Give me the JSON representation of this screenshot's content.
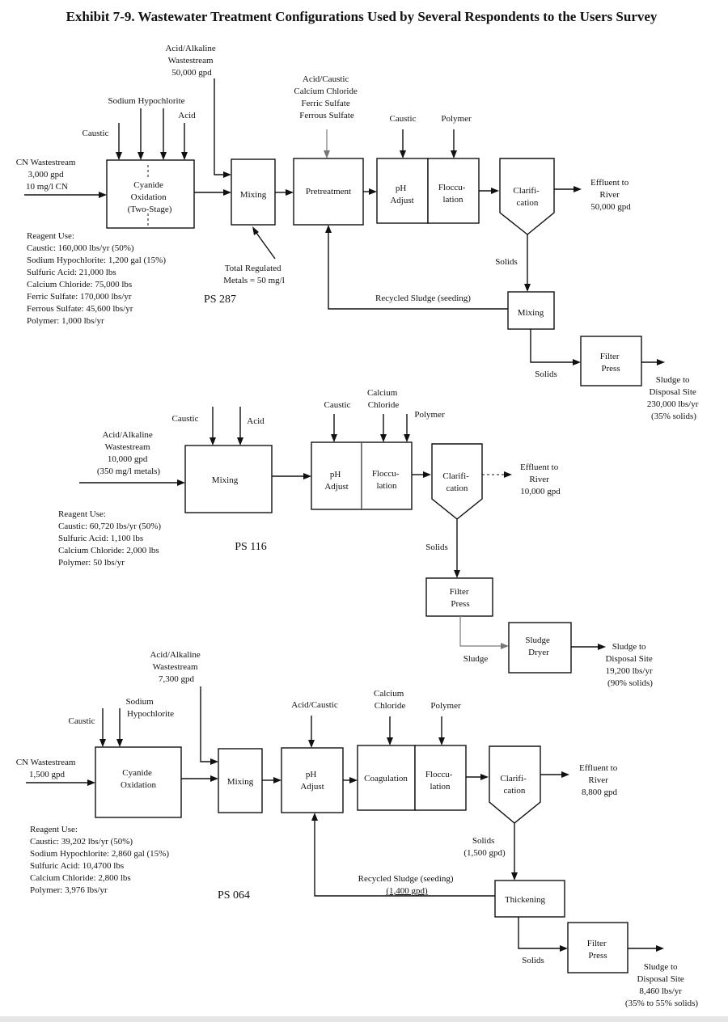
{
  "title": "Exhibit 7-9. Wastewater Treatment Configurations Used by Several Respondents to the Users Survey",
  "ps287": {
    "acid_alkaline": [
      "Acid/Alkaline",
      "Wastestream",
      "50,000 gpd"
    ],
    "sodium_hypochlorite": "Sodium Hypochlorite",
    "acid": "Acid",
    "caustic": "Caustic",
    "cn_wastestream": [
      "CN Wastestream",
      "3,000 gpd",
      "10 mg/l CN"
    ],
    "cyanide_oxidation": [
      "Cyanide",
      "Oxidation",
      "(Two-Stage)"
    ],
    "mixing": "Mixing",
    "pretreatment_chems": [
      "Acid/Caustic",
      "Calcium Chloride",
      "Ferric Sulfate",
      "Ferrous Sulfate"
    ],
    "pretreatment": "Pretreatment",
    "caustic2": "Caustic",
    "polymer": "Polymer",
    "ph_adjust": [
      "pH",
      "Adjust"
    ],
    "flocculation": [
      "Floccu-",
      "lation"
    ],
    "clarification": [
      "Clarifi-",
      "cation"
    ],
    "effluent": [
      "Effluent to",
      "River",
      "50,000 gpd"
    ],
    "total_metals": [
      "Total Regulated",
      "Metals = 50 mg/l"
    ],
    "id": "PS 287",
    "solids": "Solids",
    "recycled": "Recycled Sludge (seeding)",
    "mixing2": "Mixing",
    "solids2": "Solids",
    "filter_press": [
      "Filter",
      "Press"
    ],
    "sludge": [
      "Sludge to",
      "Disposal Site",
      "230,000 lbs/yr",
      "(35% solids)"
    ],
    "reagent": [
      "Reagent Use:",
      "Caustic:  160,000 lbs/yr (50%)",
      "Sodium Hypochlorite:  1,200 gal (15%)",
      "Sulfuric Acid:  21,000 lbs",
      "Calcium Chloride:  75,000 lbs",
      "Ferric Sulfate:  170,000 lbs/yr",
      "Ferrous Sulfate:  45,600 lbs/yr",
      "Polymer:  1,000 lbs/yr"
    ]
  },
  "ps116": {
    "caustic": "Caustic",
    "acid": "Acid",
    "acid_alkaline": [
      "Acid/Alkaline",
      "Wastestream",
      "10,000 gpd",
      "(350 mg/l metals)"
    ],
    "mixing": "Mixing",
    "caustic2": "Caustic",
    "calcium_chloride": [
      "Calcium",
      "Chloride"
    ],
    "polymer": "Polymer",
    "ph_adjust": [
      "pH",
      "Adjust"
    ],
    "flocculation": [
      "Floccu-",
      "lation"
    ],
    "clarification": [
      "Clarifi-",
      "cation"
    ],
    "effluent": [
      "Effluent to",
      "River",
      "10,000 gpd"
    ],
    "id": "PS 116",
    "solids": "Solids",
    "filter_press": [
      "Filter",
      "Press"
    ],
    "sludge_lbl": "Sludge",
    "sludge_dryer": [
      "Sludge",
      "Dryer"
    ],
    "sludge": [
      "Sludge to",
      "Disposal Site",
      "19,200 lbs/yr",
      "(90% solids)"
    ],
    "reagent": [
      "Reagent Use:",
      "Caustic:  60,720 lbs/yr (50%)",
      "Sulfuric Acid:  1,100 lbs",
      "Calcium Chloride:  2,000 lbs",
      "Polymer:  50 lbs/yr"
    ]
  },
  "ps064": {
    "acid_alkaline": [
      "Acid/Alkaline",
      "Wastestream",
      "7,300 gpd"
    ],
    "sodium_hypochlorite": [
      "Sodium",
      "Hypochlorite"
    ],
    "caustic": "Caustic",
    "cn_wastestream": [
      "CN Wastestream",
      "1,500 gpd"
    ],
    "cyanide_oxidation": [
      "Cyanide",
      "Oxidation"
    ],
    "mixing": "Mixing",
    "acid_caustic": "Acid/Caustic",
    "ph_adjust": [
      "pH",
      "Adjust"
    ],
    "calcium_chloride": [
      "Calcium",
      "Chloride"
    ],
    "polymer": "Polymer",
    "coagulation": "Coagulation",
    "flocculation": [
      "Floccu-",
      "lation"
    ],
    "clarification": [
      "Clarifi-",
      "cation"
    ],
    "effluent": [
      "Effluent to",
      "River",
      "8,800 gpd"
    ],
    "solids": [
      "Solids",
      "(1,500 gpd)"
    ],
    "recycled": [
      "Recycled Sludge (seeding)",
      "(1,400 gpd)"
    ],
    "thickening": "Thickening",
    "id": "PS 064",
    "solids2": "Solids",
    "filter_press": [
      "Filter",
      "Press"
    ],
    "sludge": [
      "Sludge to",
      "Disposal Site",
      "8,460 lbs/yr",
      "(35% to 55% solids)"
    ],
    "reagent": [
      "Reagent Use:",
      "Caustic:  39,202 lbs/yr (50%)",
      "Sodium Hypochlorite:  2,860 gal (15%)",
      "Sulfuric Acid:  10,4700 lbs",
      "Calcium Chloride:  2,800 lbs",
      "Polymer:  3,976 lbs/yr"
    ]
  }
}
